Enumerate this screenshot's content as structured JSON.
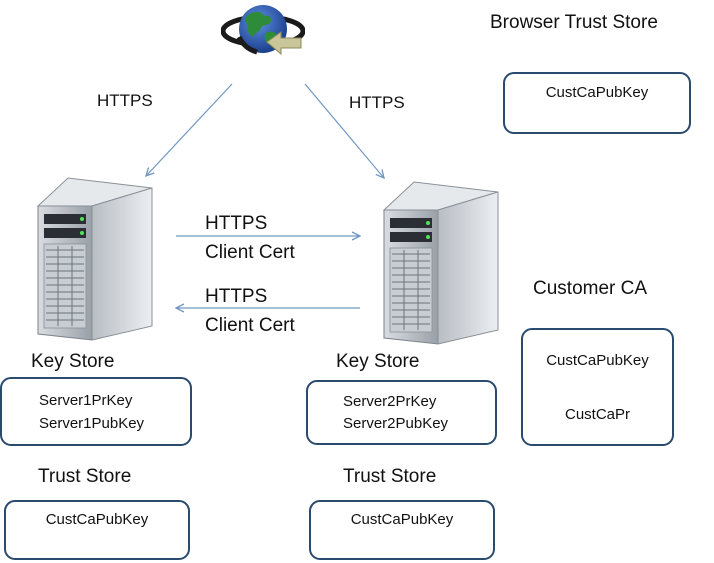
{
  "browser": {
    "trust_store_title": "Browser Trust Store",
    "trust_store_entries": [
      "CustCaPubKey"
    ]
  },
  "links": {
    "browser_to_server1": "HTTPS",
    "browser_to_server2": "HTTPS",
    "mutual_label_1": "HTTPS",
    "mutual_sub_1": "Client Cert",
    "mutual_label_2": "HTTPS",
    "mutual_sub_2": "Client Cert"
  },
  "server1": {
    "key_store_title": "Key Store",
    "key_store_entries": [
      "Server1PrKey",
      "Server1PubKey"
    ],
    "trust_store_title": "Trust Store",
    "trust_store_entries": [
      "CustCaPubKey"
    ]
  },
  "server2": {
    "key_store_title": "Key Store",
    "key_store_entries": [
      "Server2PrKey",
      "Server2PubKey"
    ],
    "trust_store_title": "Trust Store",
    "trust_store_entries": [
      "CustCaPubKey"
    ]
  },
  "customer_ca": {
    "title": "Customer CA",
    "entries": [
      "CustCaPubKey",
      "CustCaPr"
    ]
  },
  "icons": {
    "browser": "globe-with-arrow-icon",
    "server": "server-tower-icon"
  },
  "colors": {
    "box_border": "#2a4a6e",
    "arrow": "#6f97c2"
  }
}
